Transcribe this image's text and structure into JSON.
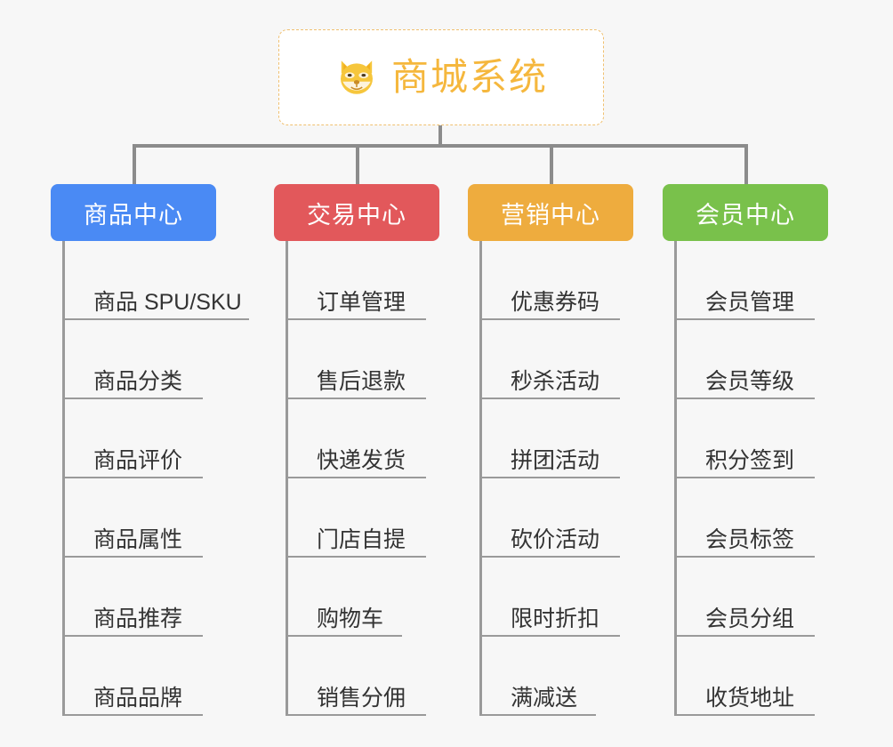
{
  "root": {
    "title": "商城系统",
    "icon": "shiba-dog-face-icon",
    "title_color": "#f5b73d",
    "border_color": "#f0c070",
    "background": "#ffffff"
  },
  "canvas": {
    "background": "#f7f7f7",
    "connector_color": "#8c8c8c"
  },
  "columns": [
    {
      "id": "product-center",
      "title": "商品中心",
      "color": "#4a8af4",
      "items": [
        {
          "label": "商品 SPU/SKU",
          "underline_width": 207
        },
        {
          "label": "商品分类",
          "underline_width": 155
        },
        {
          "label": "商品评价",
          "underline_width": 155
        },
        {
          "label": "商品属性",
          "underline_width": 155
        },
        {
          "label": "商品推荐",
          "underline_width": 155
        },
        {
          "label": "商品品牌",
          "underline_width": 155
        }
      ]
    },
    {
      "id": "trade-center",
      "title": "交易中心",
      "color": "#e2585b",
      "items": [
        {
          "label": "订单管理",
          "underline_width": 155
        },
        {
          "label": "售后退款",
          "underline_width": 155
        },
        {
          "label": "快递发货",
          "underline_width": 155
        },
        {
          "label": "门店自提",
          "underline_width": 155
        },
        {
          "label": "购物车",
          "underline_width": 128
        },
        {
          "label": "销售分佣",
          "underline_width": 155
        }
      ]
    },
    {
      "id": "marketing-center",
      "title": "营销中心",
      "color": "#eeac3e",
      "items": [
        {
          "label": "优惠券码",
          "underline_width": 155
        },
        {
          "label": "秒杀活动",
          "underline_width": 155
        },
        {
          "label": "拼团活动",
          "underline_width": 155
        },
        {
          "label": "砍价活动",
          "underline_width": 155
        },
        {
          "label": "限时折扣",
          "underline_width": 155
        },
        {
          "label": "满减送",
          "underline_width": 128
        }
      ]
    },
    {
      "id": "member-center",
      "title": "会员中心",
      "color": "#79c14b",
      "items": [
        {
          "label": "会员管理",
          "underline_width": 155
        },
        {
          "label": "会员等级",
          "underline_width": 155
        },
        {
          "label": "积分签到",
          "underline_width": 155
        },
        {
          "label": "会员标签",
          "underline_width": 155
        },
        {
          "label": "会员分组",
          "underline_width": 155
        },
        {
          "label": "收货地址",
          "underline_width": 155
        }
      ]
    }
  ]
}
